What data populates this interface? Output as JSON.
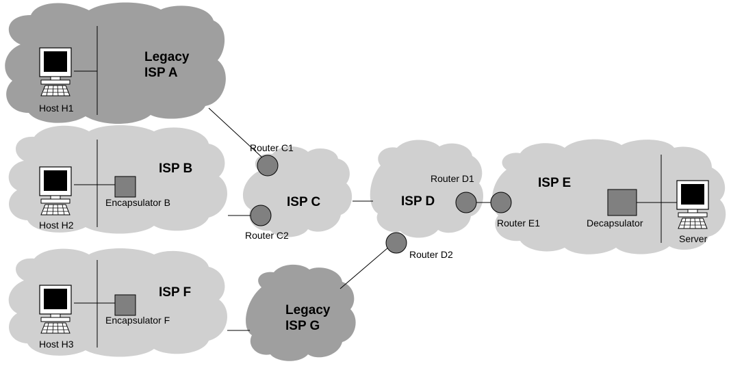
{
  "clouds": {
    "isp_a": {
      "line1": "Legacy",
      "line2": "ISP A"
    },
    "isp_b": "ISP B",
    "isp_c": "ISP C",
    "isp_d": "ISP D",
    "isp_e": "ISP E",
    "isp_f": "ISP F",
    "isp_g": {
      "line1": "Legacy",
      "line2": "ISP G"
    }
  },
  "hosts": {
    "h1": "Host H1",
    "h2": "Host H2",
    "h3": "Host H3",
    "server": "Server"
  },
  "boxes": {
    "encapsulator_b": "Encapsulator B",
    "encapsulator_f": "Encapsulator F",
    "decapsulator": "Decapsulator"
  },
  "routers": {
    "c1": "Router C1",
    "c2": "Router C2",
    "d1": "Router D1",
    "d2": "Router D2",
    "e1": "Router E1"
  },
  "colors": {
    "legacy_cloud": "#9f9f9f",
    "cloud": "#d0d0d0",
    "router": "#808080",
    "box": "#808080",
    "screen": "#000000"
  }
}
